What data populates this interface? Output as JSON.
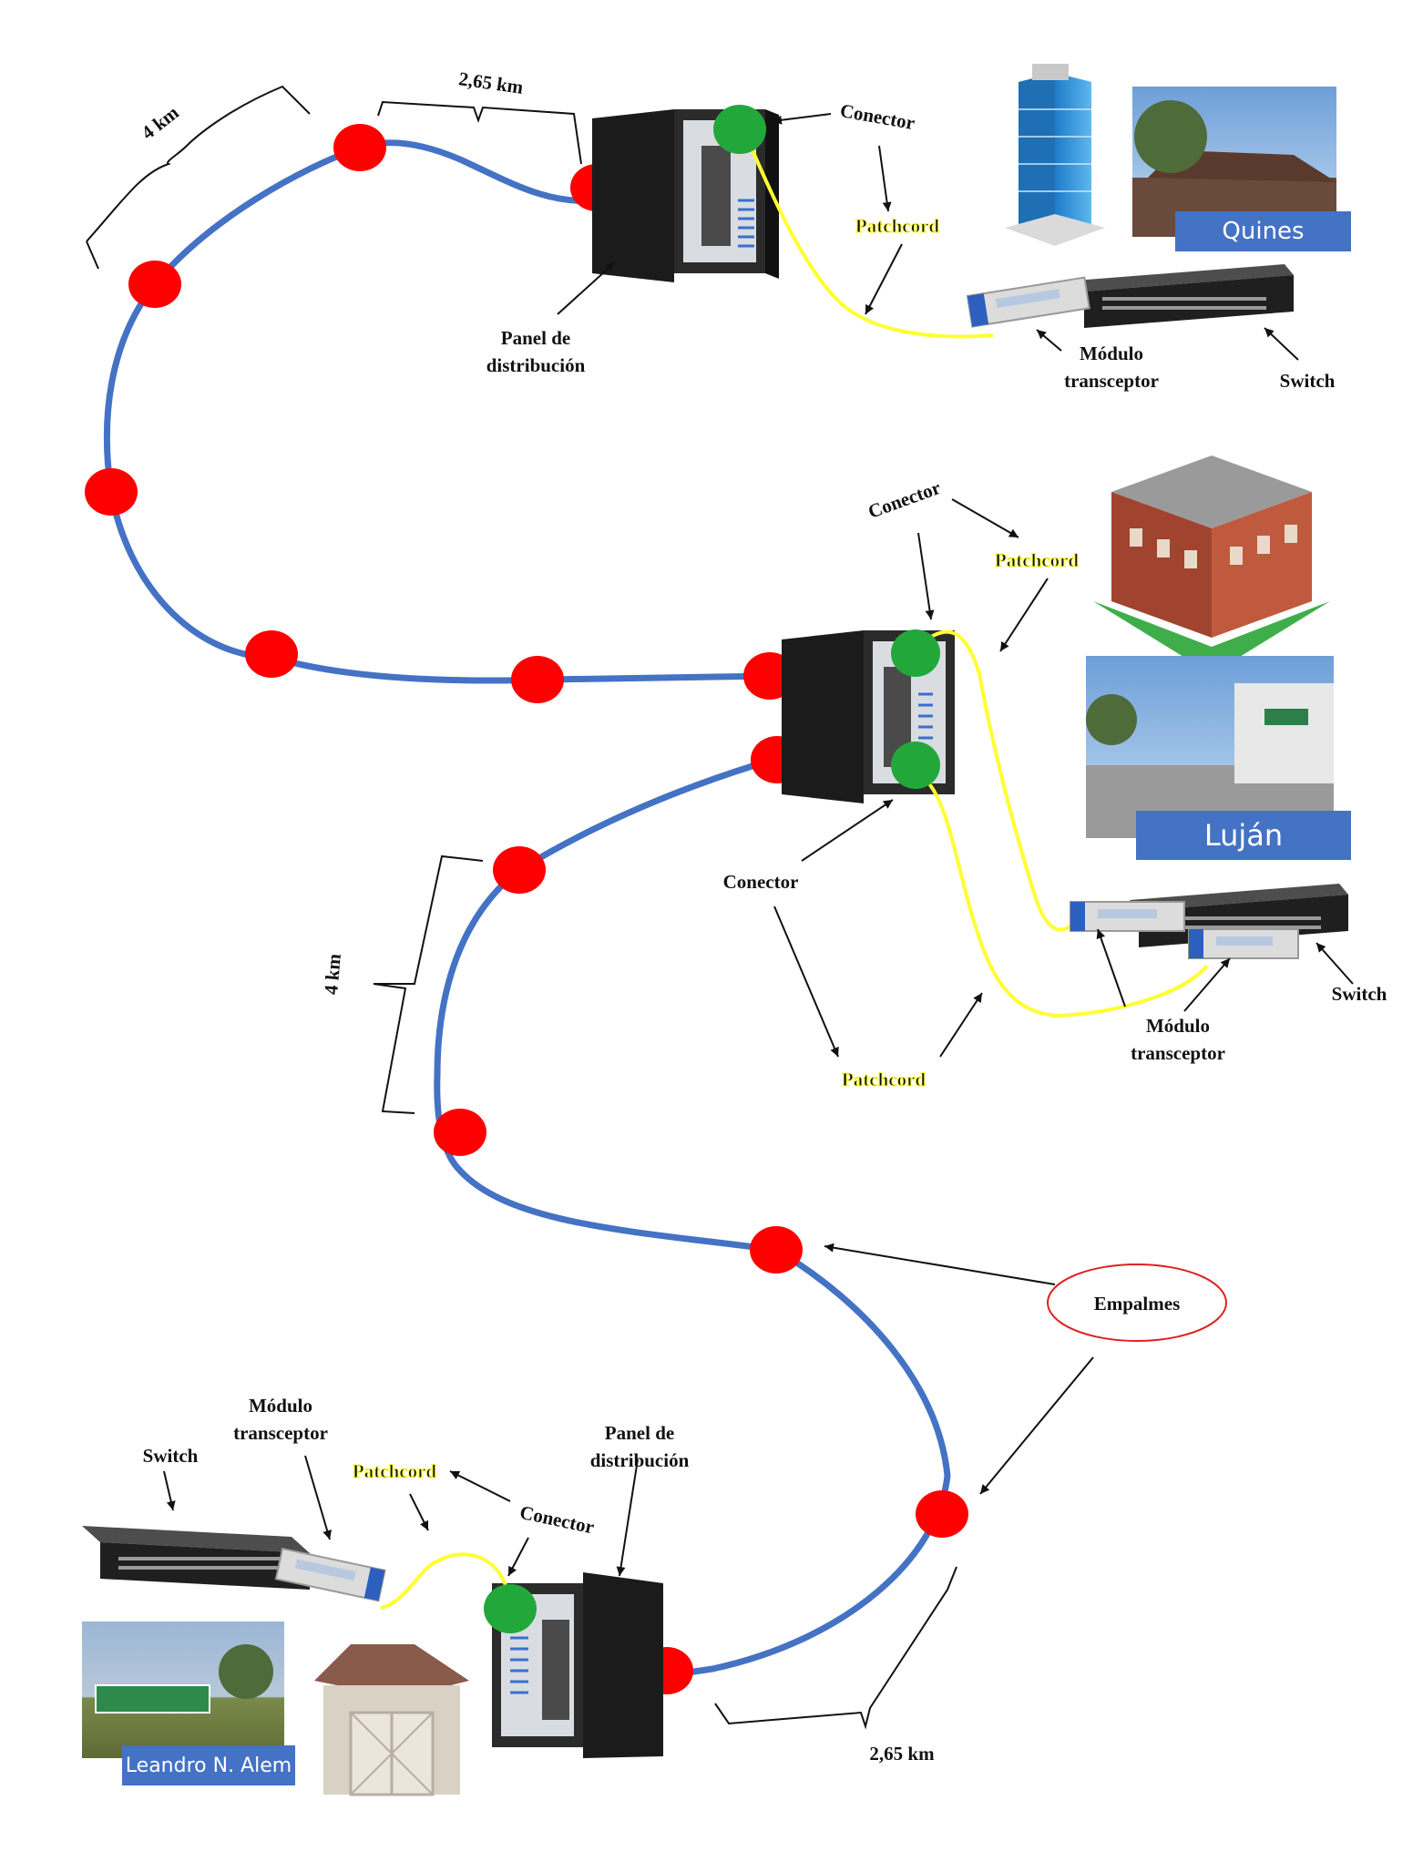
{
  "colors": {
    "cable": "#4472c4",
    "splice": "#ff0000",
    "connector": "#22a83a",
    "patchcord": "#ffff33",
    "town_label_bg": "#4472c4"
  },
  "icons": [
    "building-icon",
    "distribution-panel-icon",
    "network-switch-icon",
    "sfp-transceiver-icon",
    "barn-icon",
    "photo-placeholder"
  ],
  "labels": {
    "dist_4km": "4 km",
    "dist_265km": "2,65 km",
    "conector": "Conector",
    "patchcord": "Patchcord",
    "panel_line1": "Panel de",
    "panel_line2": "distribución",
    "modulo_line1": "Módulo",
    "modulo_line2": "transceptor",
    "switch": "Switch",
    "empalmes": "Empalmes"
  },
  "towns": {
    "quines": "Quines",
    "lujan": "Luján",
    "leandro": "Leandro N. Alem"
  }
}
